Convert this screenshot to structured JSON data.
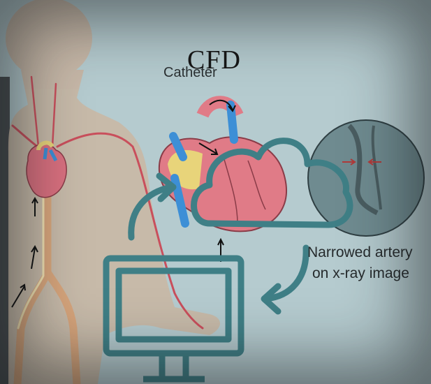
{
  "labels": {
    "title": "CFD",
    "catheter": "Catheter",
    "artery_line1": "Narrowed artery",
    "artery_line2": "on x-ray image"
  },
  "icons": [
    "human-body-illustration",
    "heart-illustration",
    "cloud-icon",
    "monitor-icon",
    "xray-artery-icon",
    "curved-arrow-icon"
  ],
  "colors": {
    "background": "#b5cbcf",
    "teal_icon": "#3f7f86",
    "vessel_red": "#c94f5c",
    "heart_pink": "#e07b87",
    "aorta_yellow": "#e8d47a",
    "vein_blue": "#3d8fd6",
    "xray_circle": "#6f8b90"
  }
}
